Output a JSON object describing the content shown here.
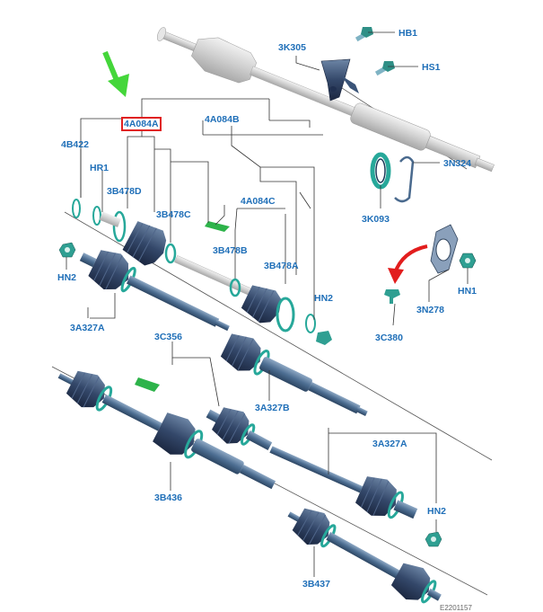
{
  "diagram": {
    "highlighted_part": "4A084A",
    "labels": {
      "hb1": "HB1",
      "hs1": "HS1",
      "l3k305": "3K305",
      "l3n324": "3N324",
      "l3k093": "3K093",
      "l4a084a": "4A084A",
      "l4a084b": "4A084B",
      "l4a084c": "4A084C",
      "l4b422": "4B422",
      "hr1": "HR1",
      "l3b478d": "3B478D",
      "l3b478c": "3B478C",
      "l3b478b": "3B478B",
      "l3b478a": "3B478A",
      "hn2a": "HN2",
      "hn2b": "HN2",
      "hn2c": "HN2",
      "hn1": "HN1",
      "l3n278": "3N278",
      "l3c380": "3C380",
      "l3a327a_left": "3A327A",
      "l3c356": "3C356",
      "l3a327b": "3A327B",
      "l3a327a_right": "3A327A",
      "l3b436": "3B436",
      "l3b437": "3B437"
    },
    "footer_code": "E2201157"
  },
  "colors": {
    "label": "#1f6fb8",
    "highlight_box": "#e02020",
    "arrow_green": "#44d63a",
    "arrow_red": "#e21d1d",
    "shaft": "#4a6a8e",
    "boot": "#2a3c56",
    "seal_teal": "#27a89a",
    "green_tag": "#2db34a"
  }
}
